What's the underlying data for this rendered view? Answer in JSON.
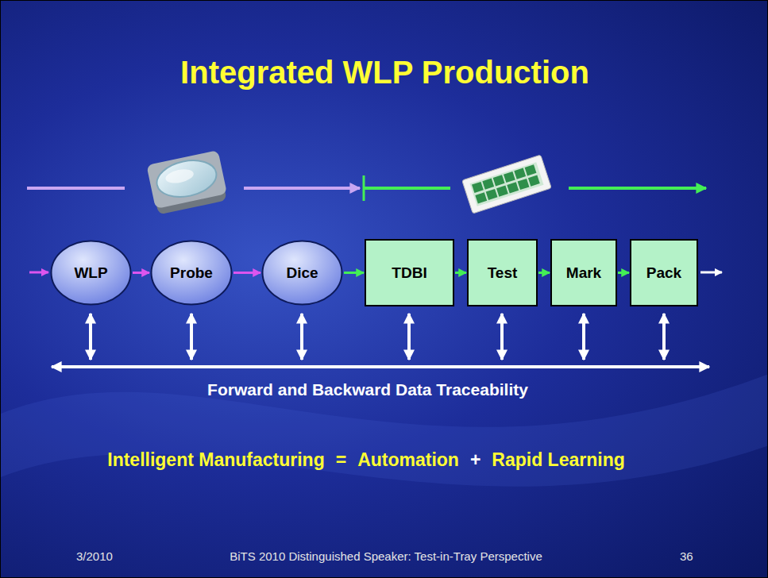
{
  "diagram": {
    "title": "Integrated WLP Production",
    "nodes": [
      {
        "text": [
          "WLP"
        ]
      },
      {
        "text": [
          "Probe"
        ]
      },
      {
        "text": [
          "Dice"
        ]
      },
      {
        "text": [
          "TDBI"
        ]
      },
      {
        "text": [
          "Test"
        ]
      },
      {
        "text": [
          "Mark"
        ]
      },
      {
        "text": [
          "Pack"
        ]
      }
    ],
    "edges": [
      {
        "from": 0,
        "to": 1,
        "arrow": "to"
      },
      {
        "from": 1,
        "to": 2,
        "arrow": "to"
      },
      {
        "from": 2,
        "to": 3,
        "arrow": "to"
      },
      {
        "from": 3,
        "to": 4,
        "arrow": "to"
      },
      {
        "from": 4,
        "to": 5,
        "arrow": "to"
      },
      {
        "from": 5,
        "to": 6,
        "arrow": "to"
      }
    ],
    "labels": [
      "Forward and Backward Data Traceability",
      "Intelligent Manufacturing",
      "=",
      "Automation",
      "+",
      "Rapid Learning",
      "3/2010",
      "BiTS 2010 Distinguished Speaker: Test-in-Tray Perspective",
      "36"
    ]
  }
}
